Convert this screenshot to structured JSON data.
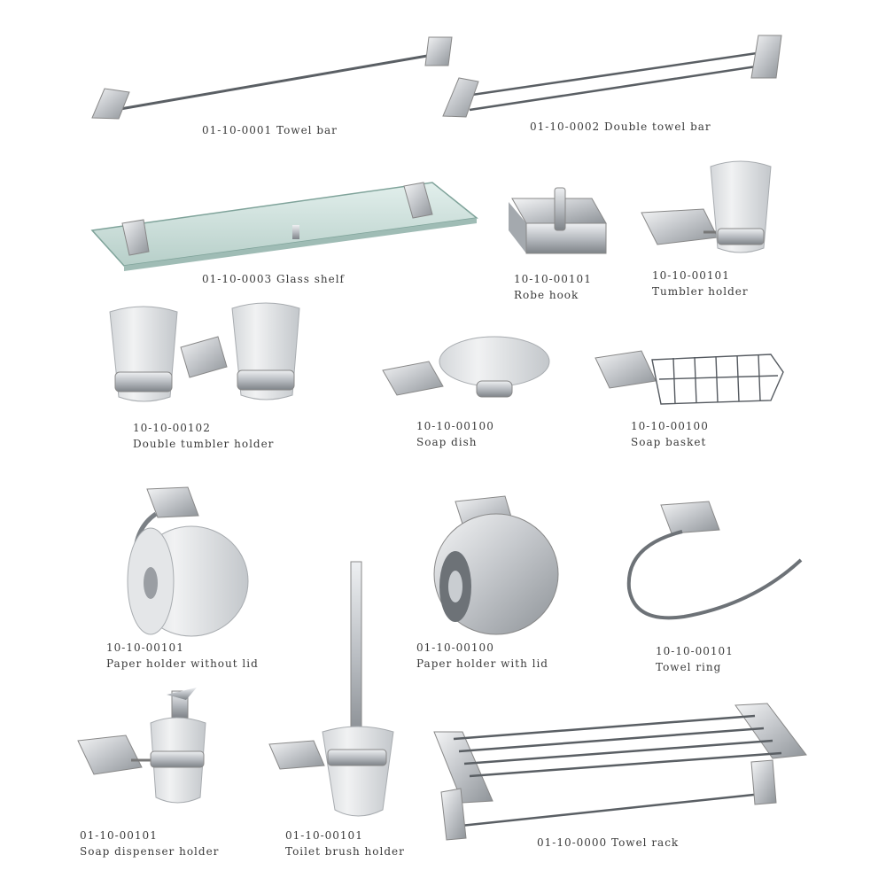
{
  "image": {
    "subject": "product catalog sheet of chrome and frosted-glass bathroom accessories",
    "background_color": "#ffffff",
    "chrome_color": "#c9ccd0",
    "frosted_glass_color": "#e6e8ea",
    "clear_glass_color": "#cfe3df",
    "wire_color": "#555a60"
  },
  "products": [
    {
      "item": "single towel bar",
      "caption_lines": [
        "01-10-0001 Towel bar"
      ]
    },
    {
      "item": "double towel bar",
      "caption_lines": [
        "01-10-0002 Double towel bar"
      ]
    },
    {
      "item": "glass shelf",
      "caption_lines": [
        "01-10-0003 Glass shelf"
      ]
    },
    {
      "item": "robe hook",
      "caption_lines": [
        "10-10-00101",
        "Robe hook"
      ]
    },
    {
      "item": "single tumbler holder",
      "caption_lines": [
        "10-10-00101",
        "Tumbler holder"
      ]
    },
    {
      "item": "double tumbler holder",
      "caption_lines": [
        "10-10-00102",
        "Double tumbler holder"
      ]
    },
    {
      "item": "soap dish",
      "caption_lines": [
        "10-10-00100",
        "Soap dish"
      ]
    },
    {
      "item": "soap basket",
      "caption_lines": [
        "10-10-00100",
        "Soap basket"
      ]
    },
    {
      "item": "open toilet paper holder",
      "caption_lines": [
        "10-10-00101",
        "Paper holder without lid"
      ]
    },
    {
      "item": "covered toilet paper holder",
      "caption_lines": [
        "01-10-00100",
        "Paper holder with lid"
      ]
    },
    {
      "item": "towel ring",
      "caption_lines": [
        "10-10-00101",
        "Towel ring"
      ]
    },
    {
      "item": "soap dispenser",
      "caption_lines": [
        "01-10-00101",
        "Soap dispenser holder"
      ]
    },
    {
      "item": "toilet brush holder",
      "caption_lines": [
        "01-10-00101",
        "Toilet brush holder"
      ]
    },
    {
      "item": "towel rack with bars",
      "caption_lines": [
        "01-10-0000 Towel rack"
      ]
    }
  ]
}
